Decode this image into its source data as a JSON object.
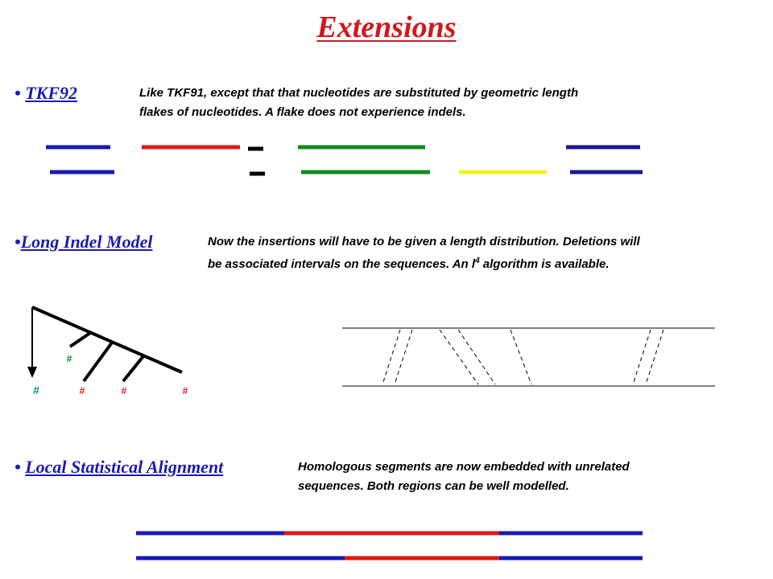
{
  "slide": {
    "title": "Extensions",
    "sections": {
      "tkf92": {
        "bullet": "•",
        "heading": "TKF92",
        "line1": "Like TKF91, except that that nucleotides are substituted by geometric length",
        "line2": "flakes of nucleotides.  A flake does not experience indels."
      },
      "long_indel": {
        "bullet": "•",
        "heading": "Long Indel Model",
        "line1": "Now the insertions will have to be given a length distribution.  Deletions will",
        "line2_pre": "be associated intervals on the sequences.   An l",
        "line2_sup": "4",
        "line2_post": " algorithm is available."
      },
      "local": {
        "bullet": "•",
        "heading": "Local Statistical Alignment",
        "line1": "Homologous segments are now embedded with unrelated",
        "line2": "sequences.  Both regions can be well modelled."
      }
    },
    "tree_labels": {
      "hash": "#"
    },
    "colors": {
      "title": "#d0181f",
      "heading": "#1a1ab0",
      "blue": "#1a1ab0",
      "red": "#e01818",
      "green": "#108a20",
      "yellow": "#f3f31a",
      "navy": "#1a1a8c",
      "teal_hash": "#108a80",
      "red_hash": "#e01818"
    }
  }
}
